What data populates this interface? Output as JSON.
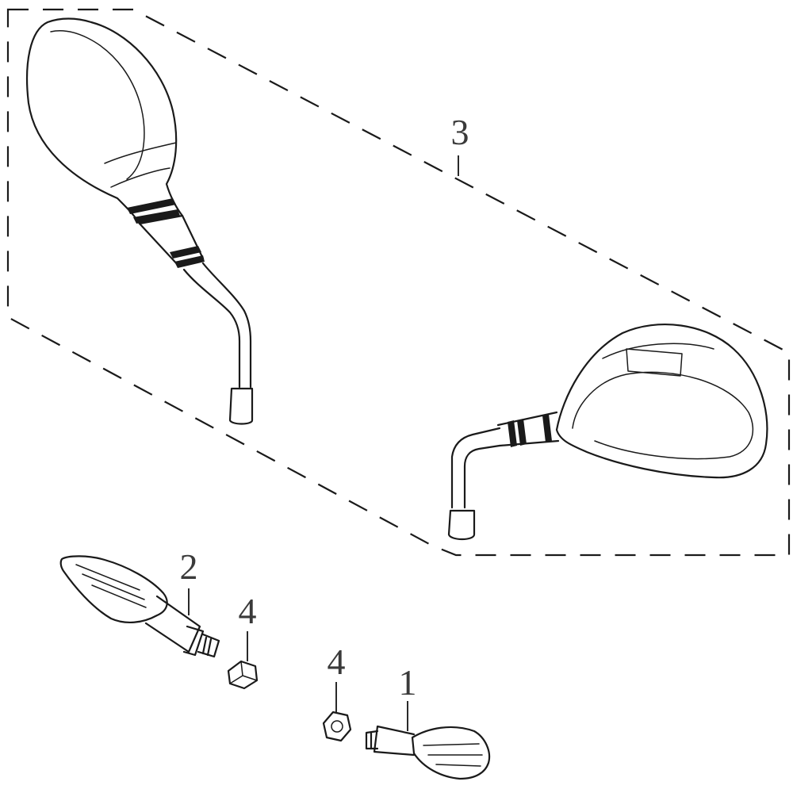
{
  "labels": {
    "part_1": "1",
    "part_2": "2",
    "part_3": "3",
    "part_4a": "4",
    "part_4b": "4"
  },
  "colors": {
    "ink": "#1a1a1a",
    "label": "#3a3a3a",
    "background": "#ffffff"
  }
}
